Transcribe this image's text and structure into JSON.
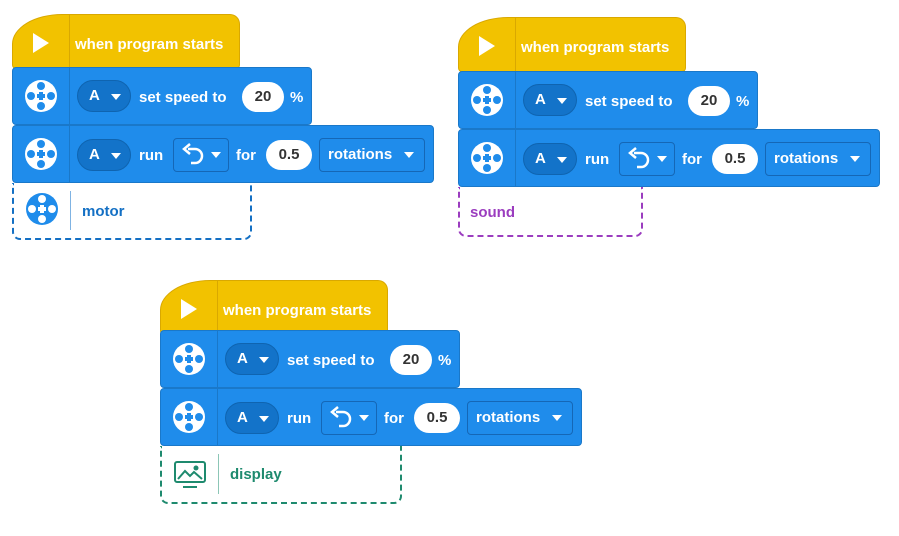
{
  "blocks": {
    "hat_label": "when program starts",
    "set_speed_label": "set speed to",
    "speed_value": "20",
    "speed_unit": "%",
    "port": "A",
    "run_label": "run",
    "for_label": "for",
    "amount_value": "0.5",
    "unit_dropdown": "rotations"
  },
  "categories": {
    "motor": {
      "label": "motor",
      "color": "#1470c4",
      "icon": "motor-icon"
    },
    "sound": {
      "label": "sound",
      "color": "#9b3dbf",
      "icon": "none"
    },
    "display": {
      "label": "display",
      "color": "#1e8a6e",
      "icon": "image-icon"
    }
  },
  "colors": {
    "event_block": "#f2c200",
    "motor_block": "#1f8ceb"
  }
}
